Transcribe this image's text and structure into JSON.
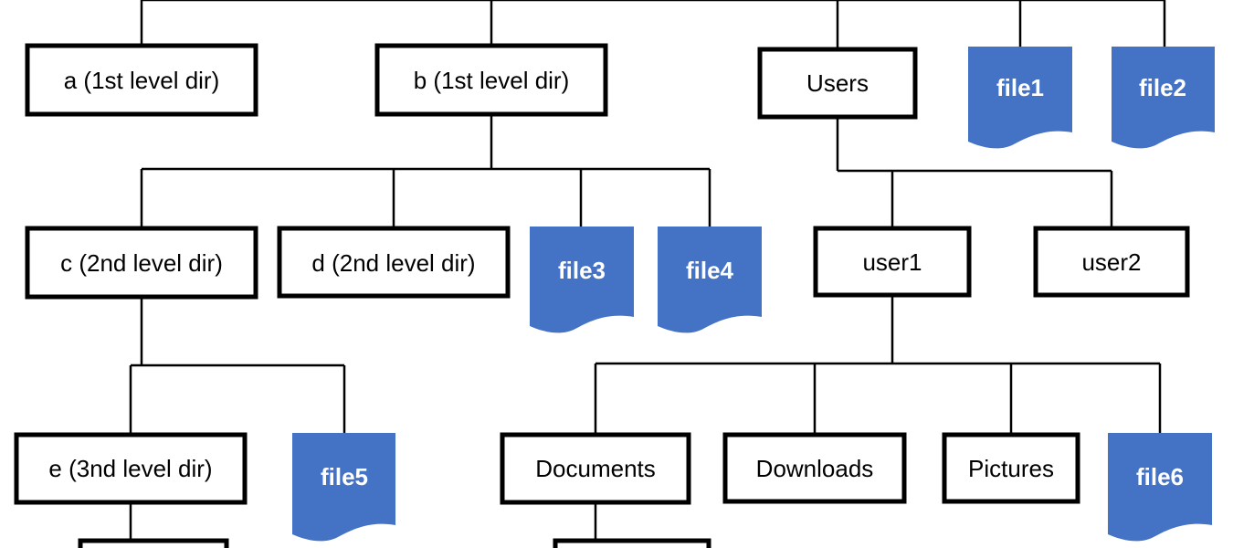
{
  "diagram": {
    "directories": {
      "a": "a (1st level dir)",
      "b": "b (1st level dir)",
      "users": "Users",
      "c": "c (2nd level dir)",
      "d": "d (2nd level dir)",
      "user1": "user1",
      "user2": "user2",
      "e": "e (3nd level dir)",
      "documents": "Documents",
      "downloads": "Downloads",
      "pictures": "Pictures"
    },
    "files": {
      "file1": "file1",
      "file2": "file2",
      "file3": "file3",
      "file4": "file4",
      "file5": "file5",
      "file6": "file6"
    },
    "colors": {
      "file_fill": "#4472C4",
      "box_stroke": "#000000",
      "line": "#000000"
    }
  }
}
